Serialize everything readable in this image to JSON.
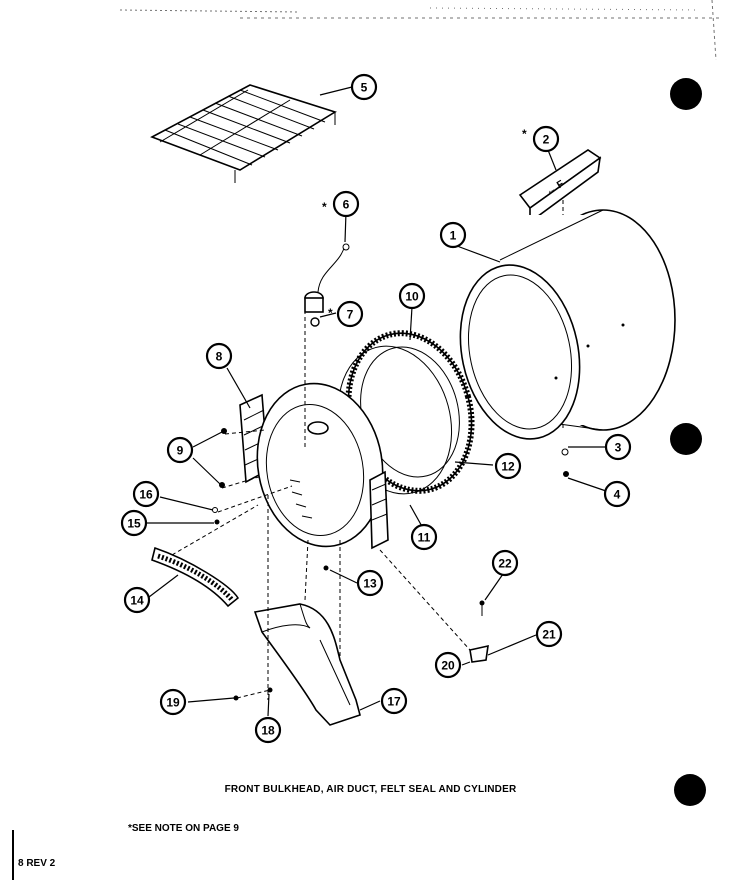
{
  "callouts": [
    {
      "id": "callout-1",
      "label": "1"
    },
    {
      "id": "callout-2",
      "label": "2"
    },
    {
      "id": "callout-3",
      "label": "3"
    },
    {
      "id": "callout-4",
      "label": "4"
    },
    {
      "id": "callout-5",
      "label": "5"
    },
    {
      "id": "callout-6",
      "label": "6"
    },
    {
      "id": "callout-7",
      "label": "7"
    },
    {
      "id": "callout-8",
      "label": "8"
    },
    {
      "id": "callout-9",
      "label": "9"
    },
    {
      "id": "callout-10",
      "label": "10"
    },
    {
      "id": "callout-11",
      "label": "11"
    },
    {
      "id": "callout-12",
      "label": "12"
    },
    {
      "id": "callout-13",
      "label": "13"
    },
    {
      "id": "callout-14",
      "label": "14"
    },
    {
      "id": "callout-15",
      "label": "15"
    },
    {
      "id": "callout-16",
      "label": "16"
    },
    {
      "id": "callout-17",
      "label": "17"
    },
    {
      "id": "callout-18",
      "label": "18"
    },
    {
      "id": "callout-19",
      "label": "19"
    },
    {
      "id": "callout-20",
      "label": "20"
    },
    {
      "id": "callout-21",
      "label": "21"
    },
    {
      "id": "callout-22",
      "label": "22"
    }
  ],
  "asterisk": "*",
  "filter_label": "← F",
  "caption": "FRONT BULKHEAD, AIR DUCT, FELT SEAL AND CYLINDER",
  "note": "*SEE NOTE ON PAGE 9",
  "page_ref": "8 REV 2"
}
